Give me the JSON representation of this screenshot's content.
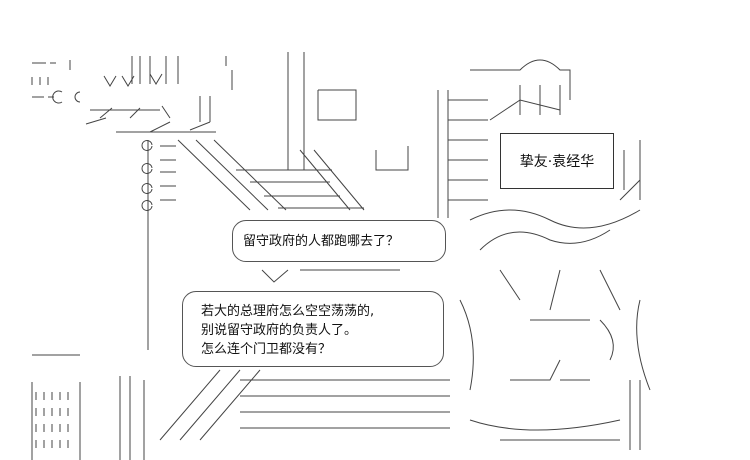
{
  "nameplate": {
    "text": "挚友·袁经华"
  },
  "bubble_top": {
    "text": "留守政府的人都跑哪去了？"
  },
  "bubble_main": {
    "lines": [
      "若大的总理府怎么空空荡荡的,",
      "别说留守政府的负责人了。",
      "怎么连个门卫都没有？"
    ]
  },
  "colors": {
    "ink": "#333333",
    "paper": "#ffffff"
  }
}
